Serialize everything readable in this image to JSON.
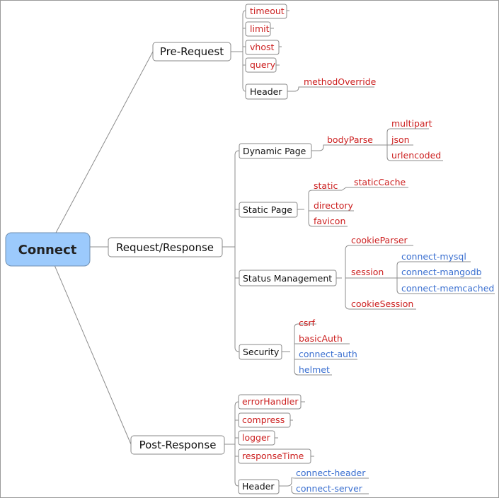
{
  "colors": {
    "line": "#8c8c8c",
    "red_text": "#cc1f1f",
    "blue_text": "#3a6fd0",
    "dark_text": "#111111",
    "root_fill": "#9ccafc",
    "box_border": "#8a8a8a"
  },
  "root": {
    "label": "Connect"
  },
  "branches": {
    "pre_request": {
      "label": "Pre-Request",
      "items": [
        "timeout",
        "limit",
        "vhost",
        "query"
      ],
      "header": {
        "label": "Header",
        "child": "methodOverride"
      }
    },
    "request_response": {
      "label": "Request/Response",
      "dynamic_page": {
        "label": "Dynamic Page",
        "child": "bodyParse",
        "grandchildren": [
          "multipart",
          "json",
          "urlencoded"
        ]
      },
      "static_page": {
        "label": "Static Page",
        "static": "static",
        "static_child": "staticCache",
        "others": [
          "directory",
          "favicon"
        ]
      },
      "status_management": {
        "label": "Status Management",
        "cookie_parser": "cookieParser",
        "session": "session",
        "session_children": [
          "connect-mysql",
          "connect-mangodb",
          "connect-memcached"
        ],
        "cookie_session": "cookieSession"
      },
      "security": {
        "label": "Security",
        "red_items": [
          "csrf",
          "basicAuth"
        ],
        "blue_items": [
          "connect-auth",
          "helmet"
        ]
      }
    },
    "post_response": {
      "label": "Post-Response",
      "items": [
        "errorHandler",
        "compress",
        "logger",
        "responseTime"
      ],
      "header": {
        "label": "Header",
        "children": [
          "connect-header",
          "connect-server"
        ]
      }
    }
  }
}
